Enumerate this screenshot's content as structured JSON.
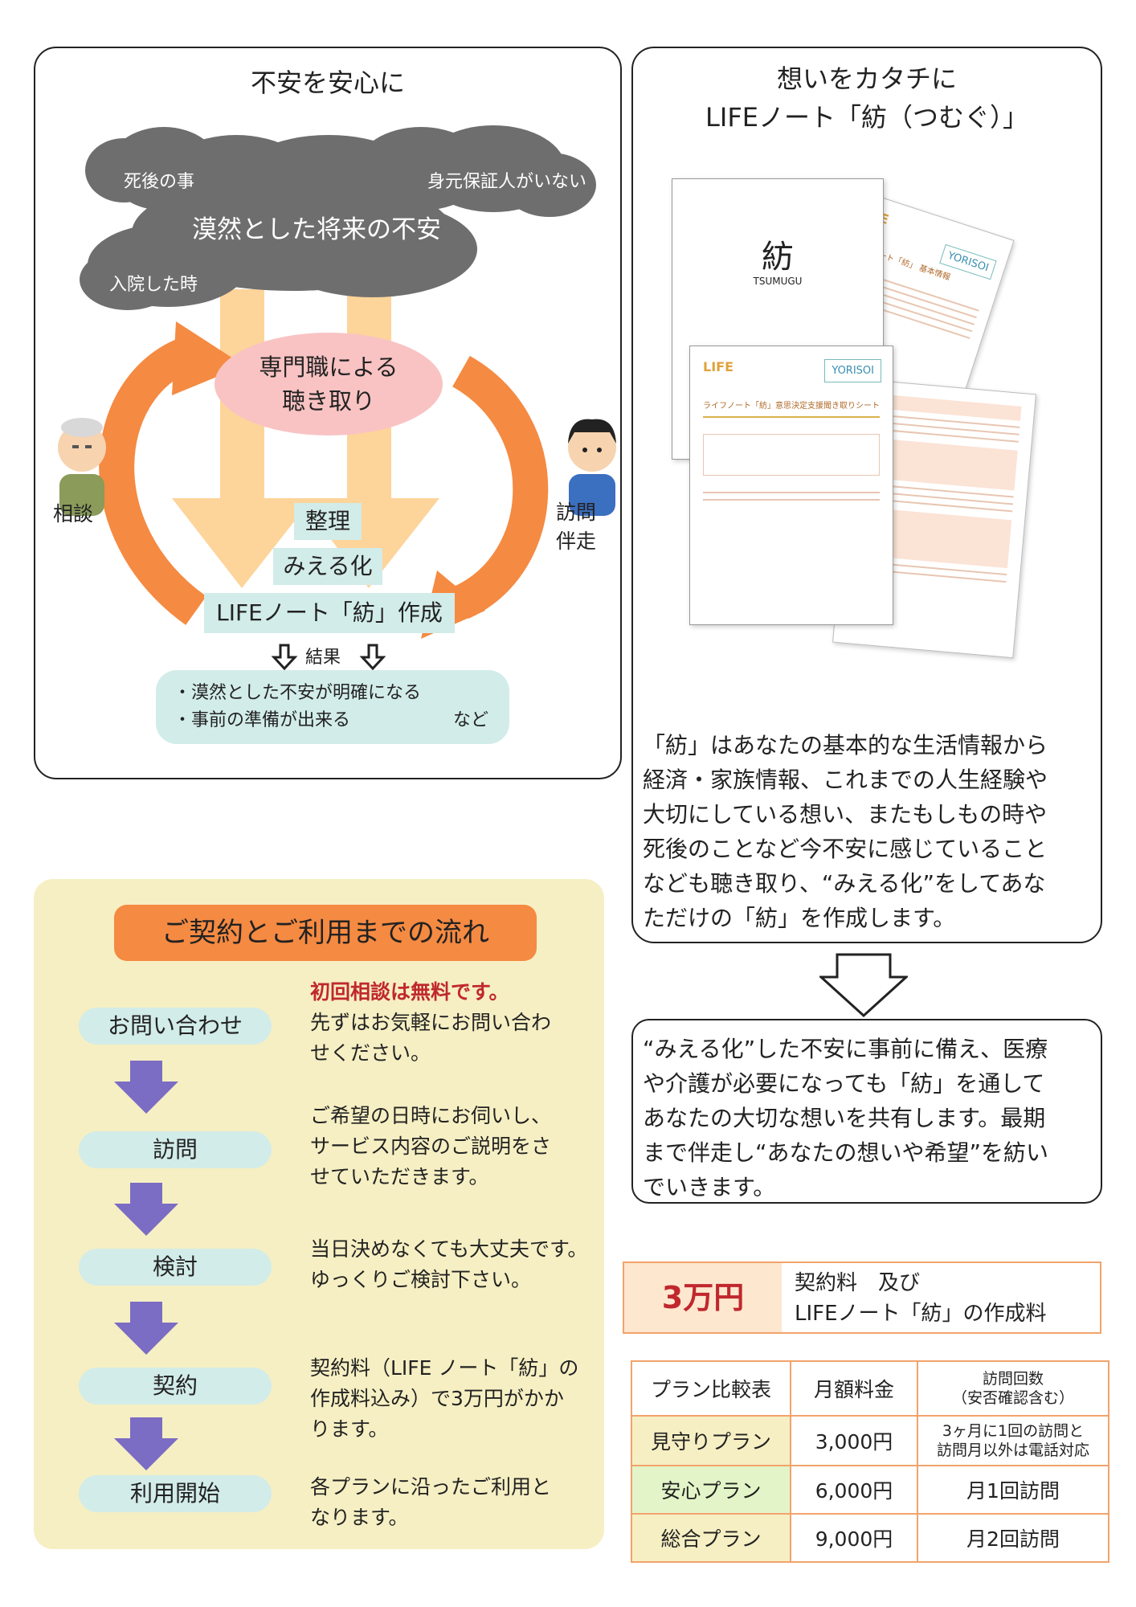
{
  "left_panel": {
    "title": "不安を安心に",
    "clouds": {
      "c1": "死後の事",
      "c2": "身元保証人がいない",
      "main": "漠然とした将来の不安",
      "c3": "入院した時"
    },
    "oval": [
      "専門職による",
      "聴き取り"
    ],
    "left_label": "相談",
    "right_label": [
      "訪問",
      "伴走"
    ],
    "steps": {
      "s1": "整理",
      "s2": "みえる化",
      "s3": "LIFEノート「紡」作成"
    },
    "result_label": "結果",
    "results": {
      "r1": "・漠然とした不安が明確になる",
      "r2": "・事前の準備が出来る",
      "r2_suffix": "など"
    }
  },
  "right_panel": {
    "title": [
      "想いをカタチに",
      "LIFEノート「紡（つむぐ）」"
    ],
    "doc_cover": {
      "kanji": "紡",
      "romaji": "TSUMUGU"
    },
    "doc_sheet1": {
      "logo": "LIFE",
      "badge": "YORISOI",
      "heading": "ライフノート「紡」意思決定支援聞き取りシート"
    },
    "doc_sheet2": {
      "logo": "LIFE",
      "badge": "YORISOI",
      "heading": "ライフノート「紡」 基本情報"
    },
    "description": [
      "「紡」はあなたの基本的な生活情報から",
      "経済・家族情報、これまでの人生経験や",
      "大切にしている想い、またもしもの時や",
      "死後のことなど今不安に感じていること",
      "なども聴き取り、“みえる化”をしてあな",
      "ただけの「紡」を作成します。"
    ]
  },
  "share_box": [
    "“みえる化”した不安に事前に備え、医療",
    "や介護が必要になっても「紡」を通して",
    "あなたの大切な想いを共有します。最期",
    "まで伴走し“あなたの想いや希望”を紡い",
    "でいきます。"
  ],
  "flow": {
    "title": "ご契約とご利用までの流れ",
    "steps": [
      {
        "label": "お問い合わせ",
        "highlight": "初回相談は無料です。",
        "lines": [
          "先ずはお気軽にお問い合わ",
          "せください。"
        ]
      },
      {
        "label": "訪問",
        "lines": [
          "ご希望の日時にお伺いし、",
          "サービス内容のご説明をさ",
          "せていただきます。"
        ]
      },
      {
        "label": "検討",
        "lines": [
          "当日決めなくても大丈夫です。",
          "ゆっくりご検討下さい。"
        ]
      },
      {
        "label": "契約",
        "lines": [
          "契約料（LIFE ノート「紡」の",
          "作成料込み）で3万円がかか",
          "ります。"
        ]
      },
      {
        "label": "利用開始",
        "lines": [
          "各プランに沿ったご利用と",
          "なります。"
        ]
      }
    ]
  },
  "price": {
    "amount": "3万円",
    "desc": [
      "契約料　及び",
      "LIFEノート「紡」の作成料"
    ]
  },
  "plan_table": {
    "header": {
      "col1": "プラン比較表",
      "col2": "月額料金",
      "col3": [
        "訪問回数",
        "（安否確認含む）"
      ]
    },
    "rows": [
      {
        "name": "見守りプラン",
        "price": "3,000円",
        "visits": [
          "3ヶ月に1回の訪問と",
          "訪問月以外は電話対応"
        ],
        "color": "#f6efc3"
      },
      {
        "name": "安心プラン",
        "price": "6,000円",
        "visits": [
          "月1回訪問"
        ],
        "color": "#e3f5c8"
      },
      {
        "name": "総合プラン",
        "price": "9,000円",
        "visits": [
          "月2回訪問"
        ],
        "color": "#f6efc3"
      }
    ]
  },
  "colors": {
    "accent_orange": "#f58a42",
    "arrow_purple": "#7b6cc4",
    "teal_box": "#d2ece9",
    "cloud_gray": "#6e6e6e",
    "flow_bg": "#f6efc3",
    "pink_oval": "#f9c3c3",
    "highlight_red": "#c0282d"
  }
}
